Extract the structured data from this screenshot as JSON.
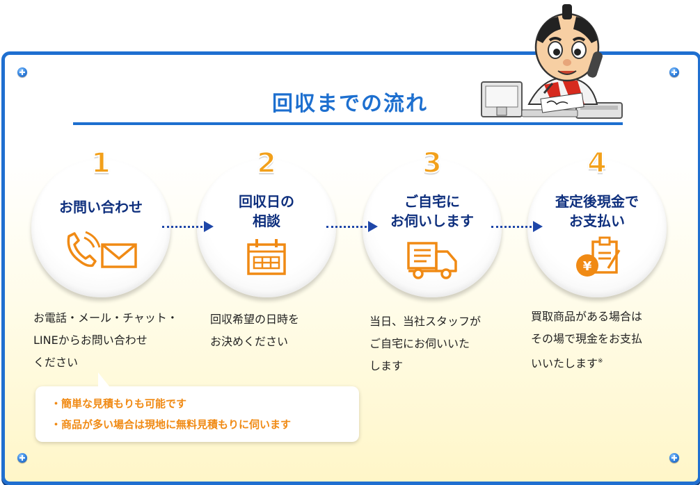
{
  "title": "回収までの流れ",
  "steps": [
    {
      "number": "1",
      "label": "お問い合わせ",
      "icon": "phone-mail-icon",
      "description": "お電話・メール・チャット・\nLINEからお問い合わせ\nください"
    },
    {
      "number": "2",
      "label": "回収日の\n相談",
      "icon": "calendar-icon",
      "description": "回収希望の日時を\nお決めください"
    },
    {
      "number": "3",
      "label": "ご自宅に\nお伺いします",
      "icon": "truck-icon",
      "description": "当日、当社スタッフが\nご自宅にお伺いいた\nします"
    },
    {
      "number": "4",
      "label": "査定後現金で\nお支払い",
      "icon": "cash-receipt-icon",
      "description": "買取商品がある場合は\nその場で現金をお支払\nいいたします",
      "footnote_mark": "※"
    }
  ],
  "note": {
    "lines": [
      "・簡単な見積もりも可能です",
      "・商品が多い場合は現地に無料見積もりに伺います"
    ]
  },
  "colors": {
    "accent": "#1d6fcf",
    "step_number": "#f2a01b",
    "label": "#0e2f7d",
    "note_text": "#f08a14"
  }
}
